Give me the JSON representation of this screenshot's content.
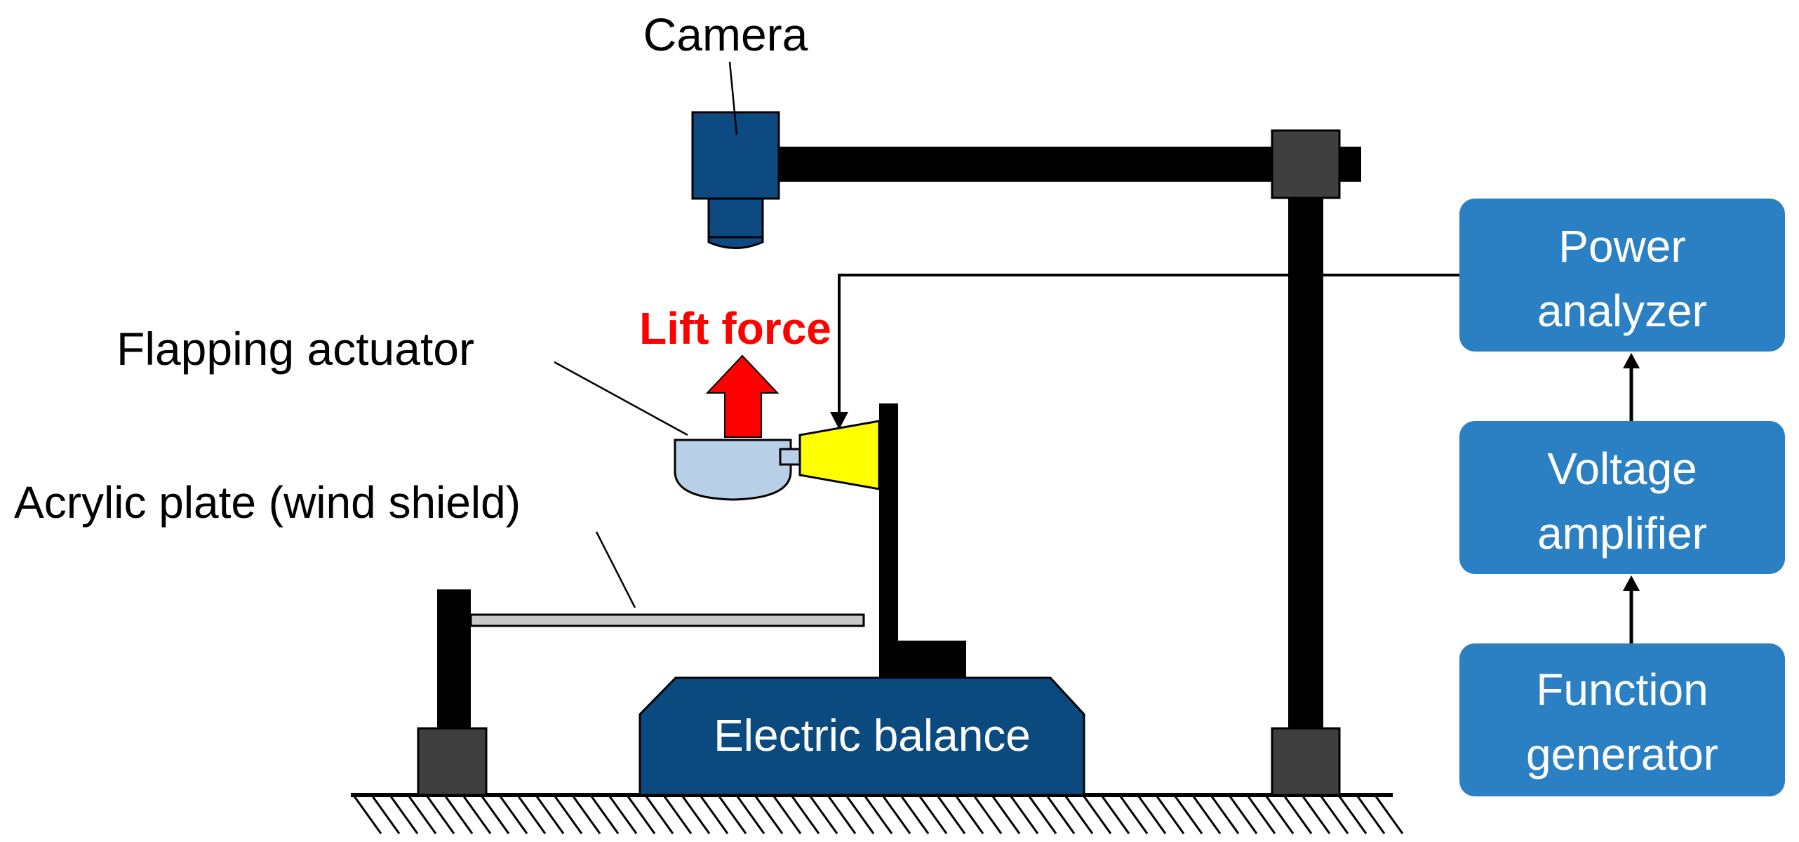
{
  "labels": {
    "camera": "Camera",
    "flapping_actuator": "Flapping actuator",
    "lift_force": "Lift force",
    "acrylic_plate": "Acrylic plate (wind shield)",
    "electric_balance": "Electric balance"
  },
  "blocks": {
    "power_analyzer": [
      "Power",
      "analyzer"
    ],
    "voltage_amplifier": [
      "Voltage",
      "amplifier"
    ],
    "function_generator": [
      "Function",
      "generator"
    ]
  },
  "colors": {
    "block_fill": "#2a80c3",
    "camera_fill": "#0e4a82",
    "balance_fill": "#0b4a7e",
    "frame": "#000000",
    "foot": "#3f3f3f",
    "lift_arrow": "#ff0000",
    "actuator": "#ffff00",
    "wing": "#b8cfe8",
    "plate": "#c8c8c8"
  }
}
